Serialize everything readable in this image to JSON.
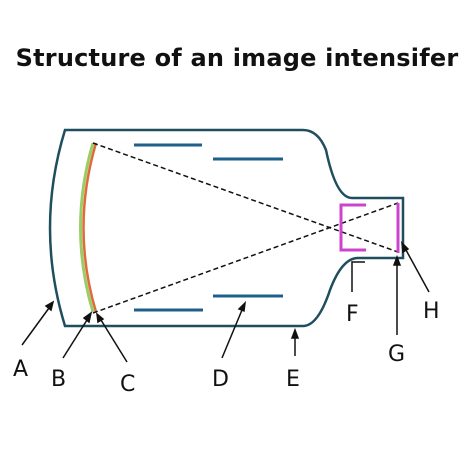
{
  "title": "Structure of an image intensifer",
  "labels": {
    "A": "A",
    "B": "B",
    "C": "C",
    "D": "D",
    "E": "E",
    "F": "F",
    "G": "G",
    "H": "H"
  },
  "colors": {
    "tube": "#1f4e5f",
    "electrodes": "#1f5f8b",
    "input_phosphor": "#9acd66",
    "photocathode": "#e06b3a",
    "output_phosphor": "#cc44cc",
    "lines": "#111111"
  }
}
